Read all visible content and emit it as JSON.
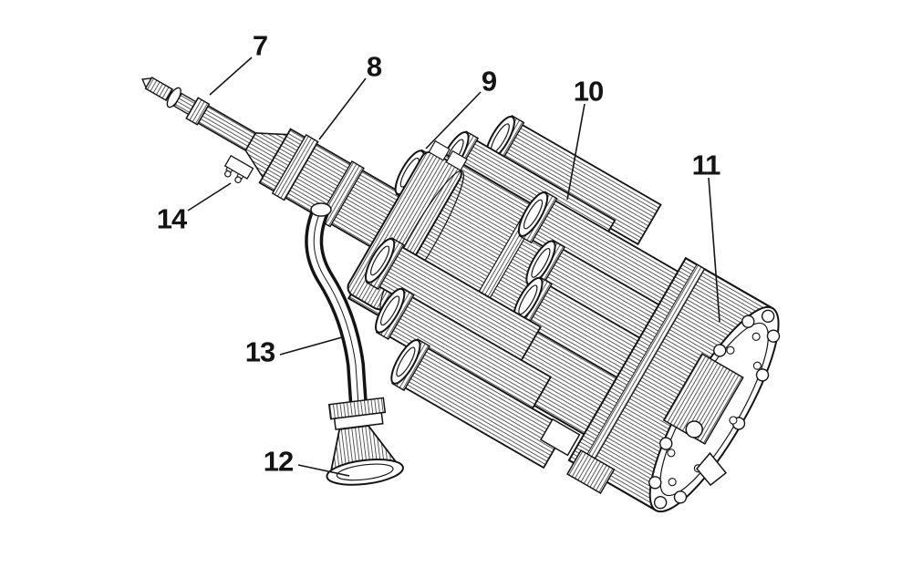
{
  "page": {
    "background_color": "#ffffff",
    "ink_color": "#141414"
  },
  "figure": {
    "type": "technical-illustration",
    "labels": [
      {
        "id": "7",
        "text": "7"
      },
      {
        "id": "8",
        "text": "8"
      },
      {
        "id": "9",
        "text": "9"
      },
      {
        "id": "10",
        "text": "10"
      },
      {
        "id": "11",
        "text": "11"
      },
      {
        "id": "12",
        "text": "12"
      },
      {
        "id": "13",
        "text": "13"
      },
      {
        "id": "14",
        "text": "14"
      }
    ]
  }
}
